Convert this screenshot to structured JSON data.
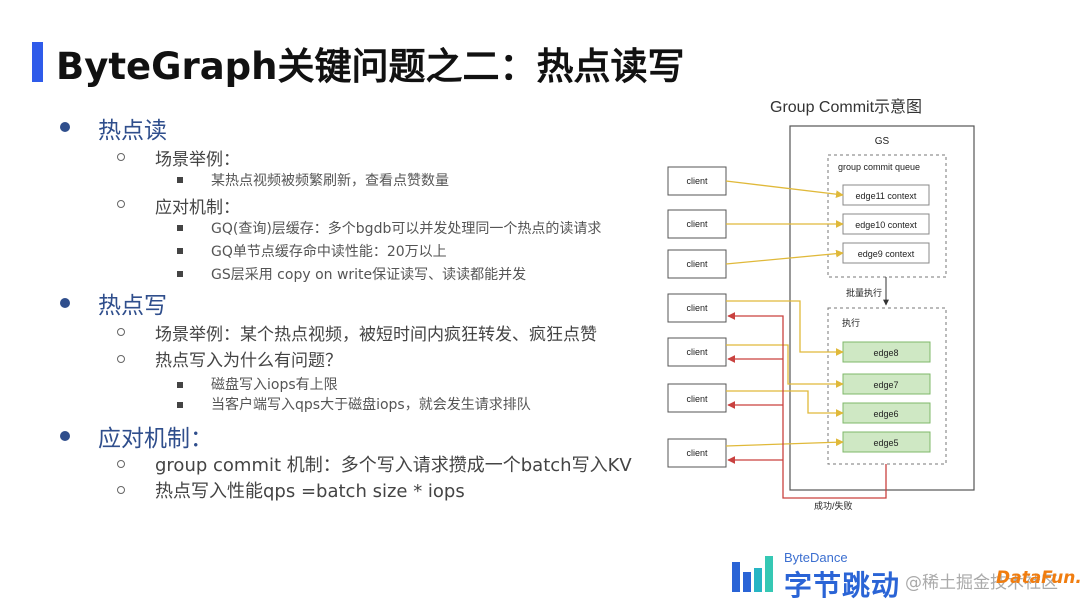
{
  "slide": {
    "title": "ByteGraph关键问题之二：热点读写"
  },
  "outline": {
    "s1": "热点读",
    "s1a": "场景举例：",
    "s1a1": "某热点视频被频繁刷新，查看点赞数量",
    "s1b": "应对机制：",
    "s1b1": "GQ(查询)层缓存：多个bgdb可以并发处理同一个热点的读请求",
    "s1b2": "GQ单节点缓存命中读性能：20万以上",
    "s1b3": "GS层采用 copy on write保证读写、读读都能并发",
    "s2": "热点写",
    "s2a": "场景举例：某个热点视频，被短时间内疯狂转发、疯狂点赞",
    "s2b": "热点写入为什么有问题？",
    "s2b1": "磁盘写入iops有上限",
    "s2b2": "当客户端写入qps大于磁盘iops，就会发生请求排队",
    "s3": "应对机制：",
    "s3a": "group commit 机制：多个写入请求攒成一个batch写入KV",
    "s3b": "热点写入性能qps =batch size * iops"
  },
  "diagram": {
    "title": "Group Commit示意图",
    "gs_label": "GS",
    "queue_label": "group commit queue",
    "queue_items": [
      "edge11 context",
      "edge10 context",
      "edge9 context"
    ],
    "batch_label": "批量执行",
    "exec_label": "执行",
    "exec_items": [
      "edge8",
      "edge7",
      "edge6",
      "edge5"
    ],
    "clients": [
      "client",
      "client",
      "client",
      "client",
      "client",
      "client",
      "client"
    ],
    "result_label": "成功/失败",
    "colors": {
      "forward": "#e0b93a",
      "back": "#c9413f",
      "edge_fill": "#cfe8c4",
      "edge_border": "#7fb86a"
    }
  },
  "brand": {
    "en": "ByteDance",
    "cn": "字节跳动",
    "watermark": "@稀土掘金技术社区",
    "watermark2": "DataFun."
  }
}
